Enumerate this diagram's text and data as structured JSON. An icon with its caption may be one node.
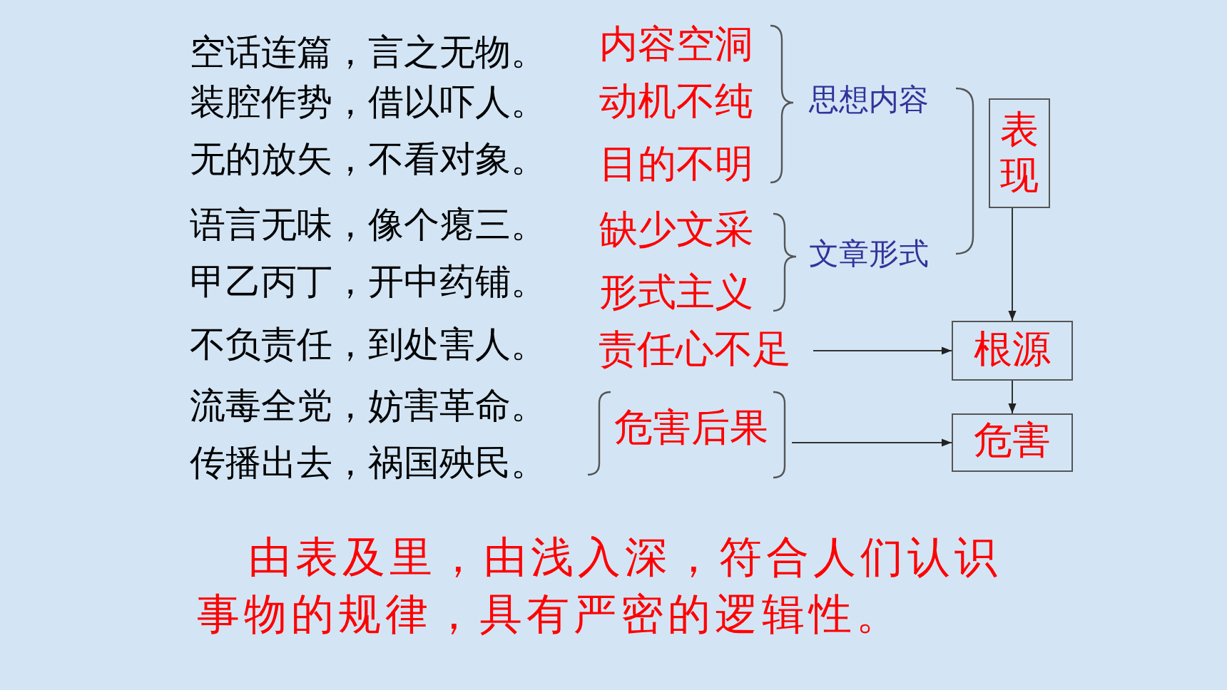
{
  "diagram": {
    "nodes": [
      {
        "text": [
          "表现"
        ]
      },
      {
        "text": [
          "根源"
        ]
      },
      {
        "text": [
          "危害"
        ]
      },
      {
        "text": [
          "责任心不足"
        ]
      },
      {
        "text": [
          "危害后果"
        ]
      }
    ],
    "edges": [
      {
        "from": 3,
        "to": 1,
        "arrow": "to"
      },
      {
        "from": 4,
        "to": 2,
        "arrow": "to"
      },
      {
        "from": 0,
        "to": 1,
        "arrow": "to"
      },
      {
        "from": 1,
        "to": 2,
        "arrow": "to"
      }
    ],
    "labels": [
      "空话连篇，言之无物。",
      "内容空洞",
      "装腔作势，借以吓人。",
      "动机不纯",
      "思想内容",
      "无的放矢，不看对象。",
      "目的不明",
      "语言无味，像个瘪三。",
      "缺少文采",
      "文章形式",
      "甲乙丙丁，开中药铺。",
      "形式主义",
      "不负责任，到处害人。",
      "流毒全党，妨害革命。",
      "传播出去，祸国殃民。",
      "由表及里，由浅入深，符合人们认识事物的规律，具有严密的逻辑性。"
    ]
  }
}
